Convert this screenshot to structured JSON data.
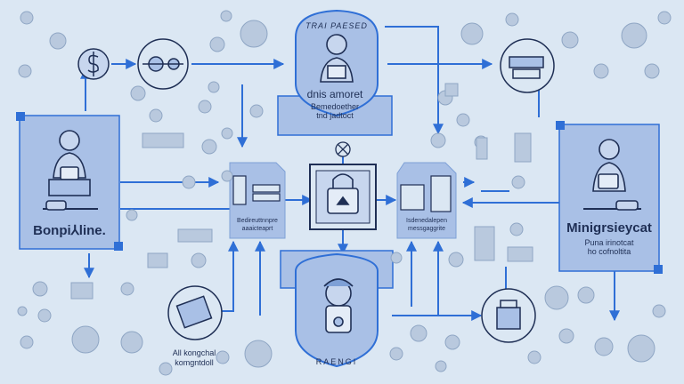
{
  "top_node": {
    "banner": "TRAI PAESED",
    "title": "dnis amoret",
    "line1": "Bemedoether",
    "line2": "tnd jadtoct"
  },
  "left_panel": {
    "title": "Bonpi⅄line."
  },
  "right_panel": {
    "title": "Minigrsieycat",
    "line1": "Puna irinotcat",
    "line2": "ho cofnoltita"
  },
  "center_left_box": {
    "line1": "Bedireuttnnpre",
    "line2": "aaaicteaprt"
  },
  "center_right_box": {
    "line1": "Isdenedalepen",
    "line2": "messgaggrite"
  },
  "bottom_node": {
    "banner": "RAENGI"
  },
  "bottom_left_caption": {
    "line1": "All kongchal",
    "line2": "komgntdoll"
  },
  "colors": {
    "background": "#dbe7f3",
    "ink": "#1f2f55",
    "accent": "#2f6fd6",
    "panel": "#a9c0e6",
    "panel_dark": "#7ea0d6"
  }
}
